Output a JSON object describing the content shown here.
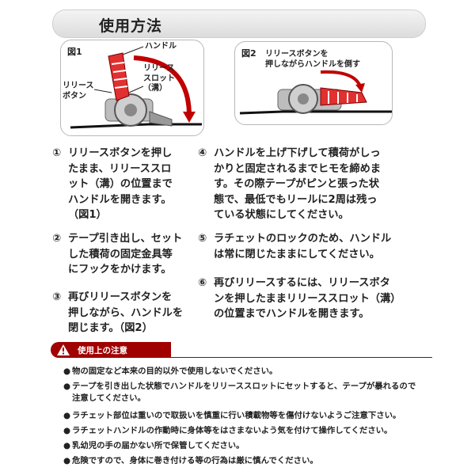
{
  "header": {
    "title": "使用方法"
  },
  "figure1": {
    "label": "図1",
    "callouts": {
      "handle": "ハンドル",
      "release_button": "リリース\nボタン",
      "release_slot": "リリース\nスロット\n（溝）"
    }
  },
  "figure2": {
    "label": "図2",
    "callout": "リリースボタンを\n押しながらハンドルを倒す"
  },
  "steps": [
    {
      "num": "①",
      "text": "リリースボタンを押し\nたまま、リリーススロ\nット（溝）の位置まで\nハンドルを開きます。\n（図1）"
    },
    {
      "num": "②",
      "text": "テープ引き出し、セット\nした積荷の固定金具等\nにフックをかけます。"
    },
    {
      "num": "③",
      "text": "再びリリースボタンを\n押しながら、ハンドルを\n閉じます。（図2）"
    },
    {
      "num": "④",
      "text": "ハンドルを上げ下げして積荷がしっ\nかりと固定されるまでヒモを締めま\nす。その際テープがピンと張った状\n態で、最低でもリールに2周は残っ\nている状態にしてください。"
    },
    {
      "num": "⑤",
      "text": "ラチェットのロックのため、ハンドル\nは常に閉じたままにしてください。"
    },
    {
      "num": "⑥",
      "text": "再びリリースするには、リリースボタ\nンを押したままリリーススロット（溝）\nの位置までハンドルを開きます。"
    }
  ],
  "caution": {
    "label": "使用上の注意",
    "items": [
      "物の固定など本来の目的以外で使用しないでください。",
      "テープを引き出した状態でハンドルをリリーススロットにセットすると、テープが暴れるので\n注意してください。",
      "ラチェット部位は重いので取扱いを慎重に行い積載物等を傷付けないようご注意下さい。",
      "ラチェットハンドルの作動時に身体等をはさまないよう気を付けて操作してください。",
      "乳幼児の手の届かない所で保管してください。",
      "危険ですので、身体に巻き付ける等の行為は厳に慎んでください。"
    ],
    "bullet": "●"
  },
  "colors": {
    "accent_red": "#a00000",
    "ratchet_red": "#e03030",
    "ratchet_gray": "#a8a8a8"
  }
}
